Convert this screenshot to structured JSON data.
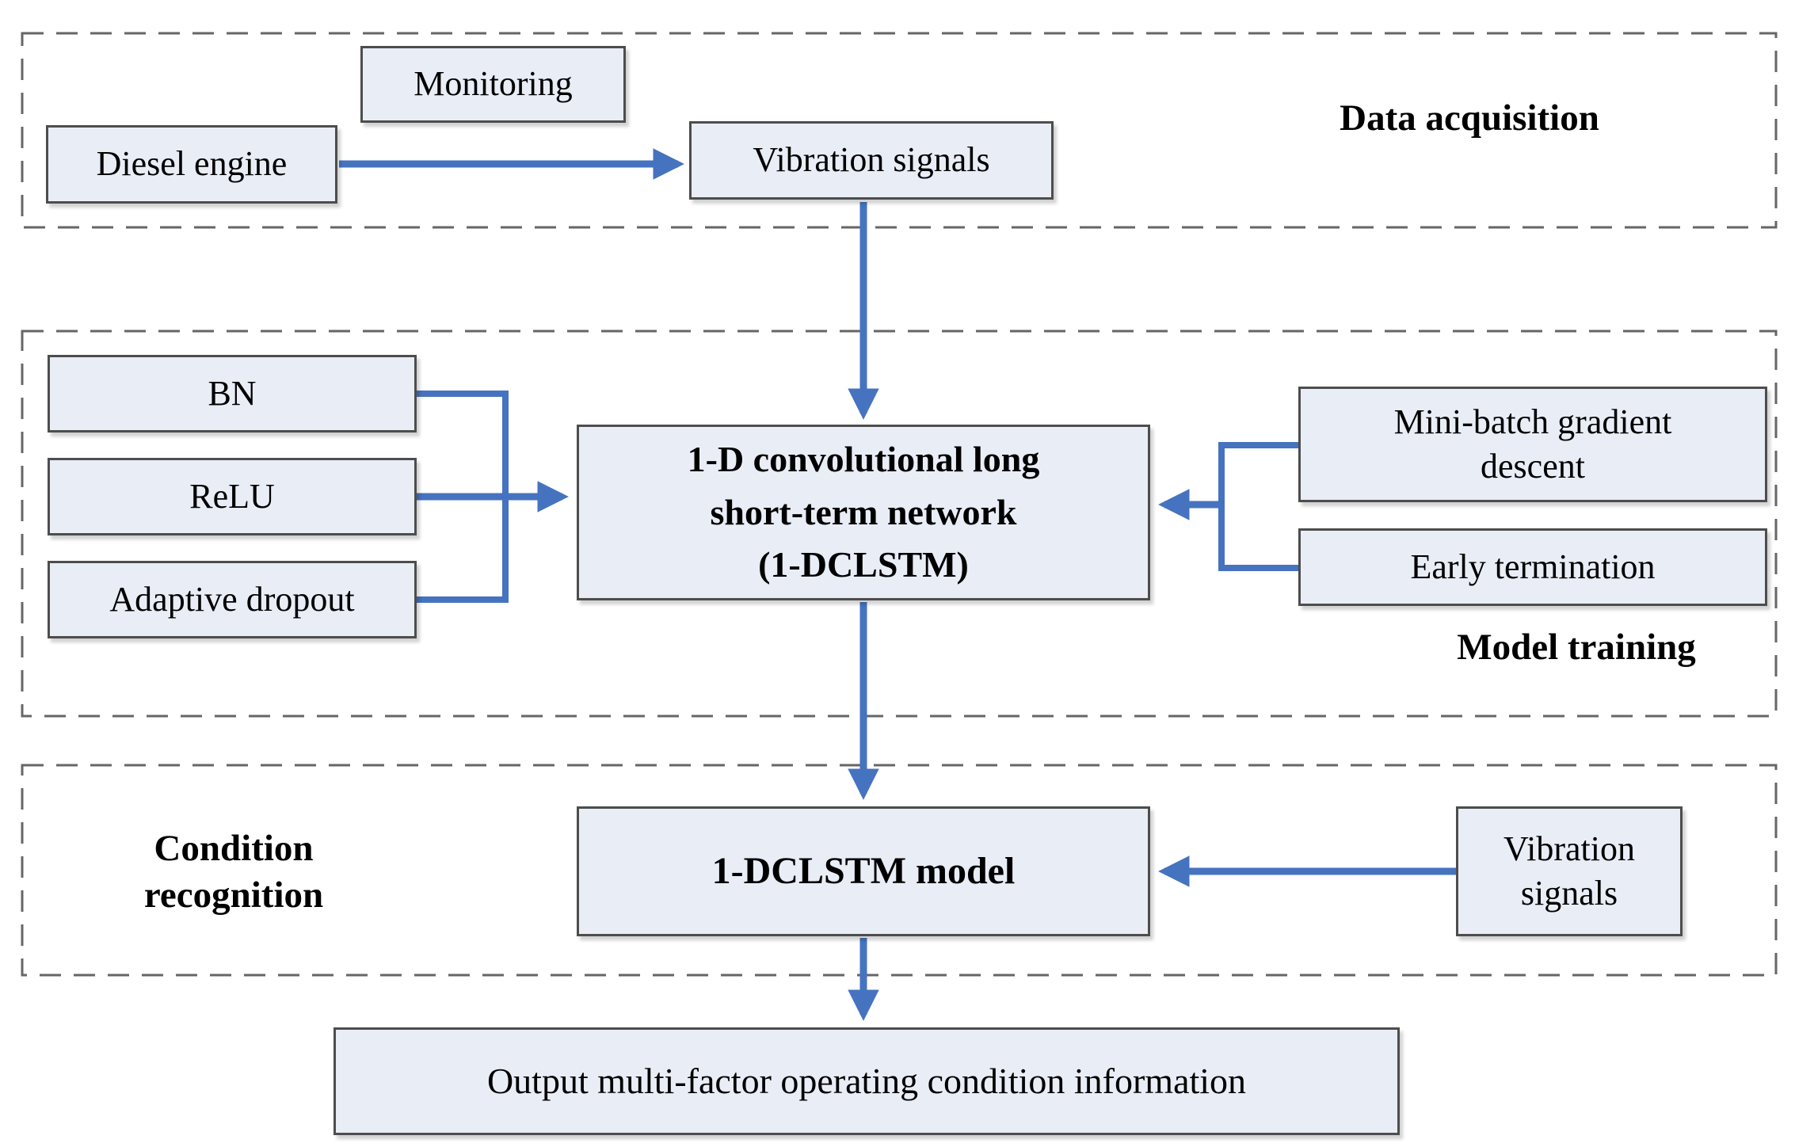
{
  "diagram": {
    "sections": [
      {
        "id": "data_acquisition",
        "label": "Data acquisition"
      },
      {
        "id": "model_training",
        "label": "Model training"
      },
      {
        "id": "condition_recognition",
        "label": "Condition\nrecognition"
      }
    ],
    "nodes": {
      "monitoring": "Monitoring",
      "diesel_engine": "Diesel engine",
      "vibration_signals_top": "Vibration signals",
      "bn": "BN",
      "relu": "ReLU",
      "adaptive_dropout": "Adaptive dropout",
      "dclstm_network": "1-D convolutional long\nshort-term network\n(1-DCLSTM)",
      "mini_batch_gradient_descent": "Mini-batch gradient\ndescent",
      "early_termination": "Early termination",
      "dclstm_model": "1-DCLSTM model",
      "vibration_signals_recognition": "Vibration\nsignals",
      "output": "Output multi-factor operating condition information"
    },
    "colors": {
      "arrow": "#4673bf",
      "node_fill": "#e9edf6",
      "node_border": "#4d4d4d",
      "section_border": "#666666",
      "text": "#000000"
    }
  }
}
